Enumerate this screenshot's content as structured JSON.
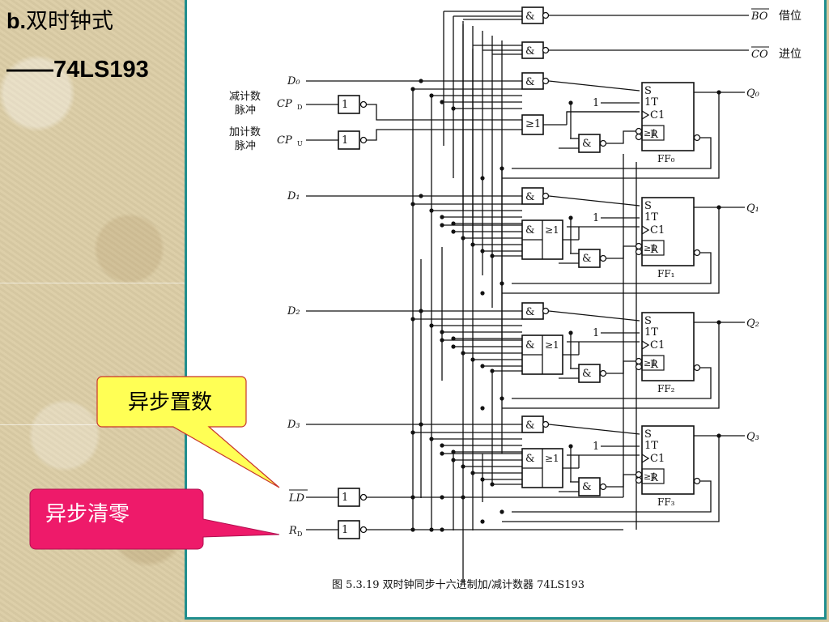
{
  "slide": {
    "title_prefix": "b.",
    "title_text": "双时钟式",
    "subtitle": "——74LS193"
  },
  "callouts": {
    "async_load": "异步置数",
    "async_clear": "异步清零",
    "async_load_bg": "#ffff55",
    "async_clear_bg": "#ee1a6a"
  },
  "diagram": {
    "caption": "图 5.3.19   双时钟同步十六进制加/减计数器 74LS193",
    "outputs": {
      "borrow_signal": "BO",
      "borrow_label": "借位",
      "carry_signal": "CO",
      "carry_label": "进位"
    },
    "inputs": {
      "down_pulse_l1": "减计数",
      "down_pulse_l2": "脉冲",
      "down_clock": "CP",
      "down_clock_sub": "D",
      "up_pulse_l1": "加计数",
      "up_pulse_l2": "脉冲",
      "up_clock": "CP",
      "up_clock_sub": "U",
      "load": "LD",
      "reset": "R",
      "reset_sub": "D"
    },
    "data_inputs": [
      "D₀",
      "D₁",
      "D₂",
      "D₃"
    ],
    "q_outputs": [
      "Q₀",
      "Q₁",
      "Q₂",
      "Q₃"
    ],
    "flip_flops": [
      "FF₀",
      "FF₁",
      "FF₂",
      "FF₃"
    ],
    "ff_pins": {
      "s": "S",
      "t": "1T",
      "c": "C1",
      "r": "R"
    },
    "gate_labels": {
      "and": "&",
      "or": "≥1",
      "not": "1",
      "const_one": "1"
    }
  }
}
